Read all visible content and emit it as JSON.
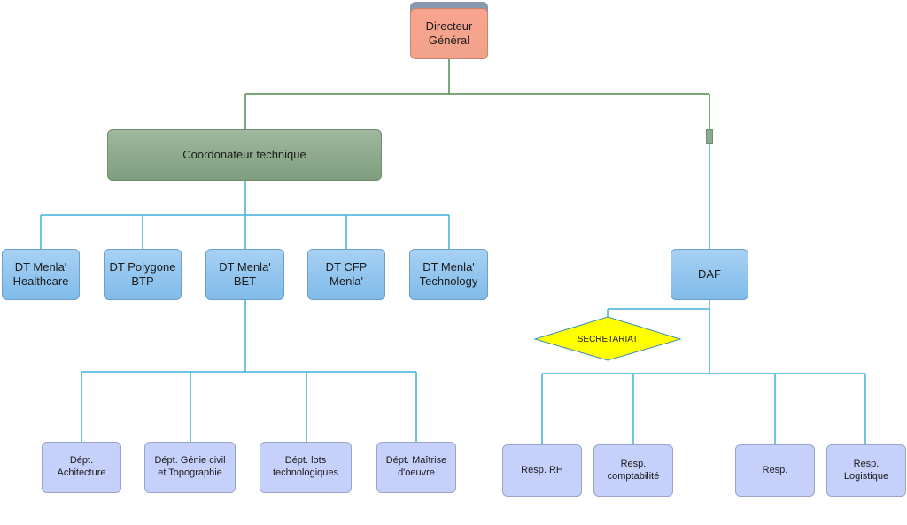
{
  "diagram": {
    "type": "org-chart",
    "root": {
      "label": "Directeur\nGénéral"
    },
    "coordinator": {
      "label": "Coordonateur technique"
    },
    "directions": [
      {
        "label": "DT Menla'\nHealthcare"
      },
      {
        "label": "DT Polygone\nBTP"
      },
      {
        "label": "DT Menla'\nBET"
      },
      {
        "label": "DT CFP\nMenla'"
      },
      {
        "label": "DT Menla'\nTechnology"
      }
    ],
    "bet_departments": [
      {
        "label": "Dépt.\nAchitecture"
      },
      {
        "label": "Dépt. Génie civil\net Topographie"
      },
      {
        "label": "Dépt. lots\ntechnologiques"
      },
      {
        "label": "Dépt. Maîtrise\nd'oeuvre"
      }
    ],
    "daf": {
      "label": "DAF"
    },
    "secretariat": {
      "label": "SECRETARIAT"
    },
    "daf_units": [
      {
        "label": "Resp. RH"
      },
      {
        "label": "Resp.\ncomptabilité"
      },
      {
        "label": "Resp."
      },
      {
        "label": "Resp.\nLogistique"
      }
    ],
    "colors": {
      "root": "#f4a38c",
      "coordinator": "#8fab8f",
      "direction": "#93c5ee",
      "department": "#c5d0fb",
      "secretariat": "#ffff00",
      "connector_top": "#4e8a4e",
      "connector_blue": "#3fb1d9"
    }
  }
}
